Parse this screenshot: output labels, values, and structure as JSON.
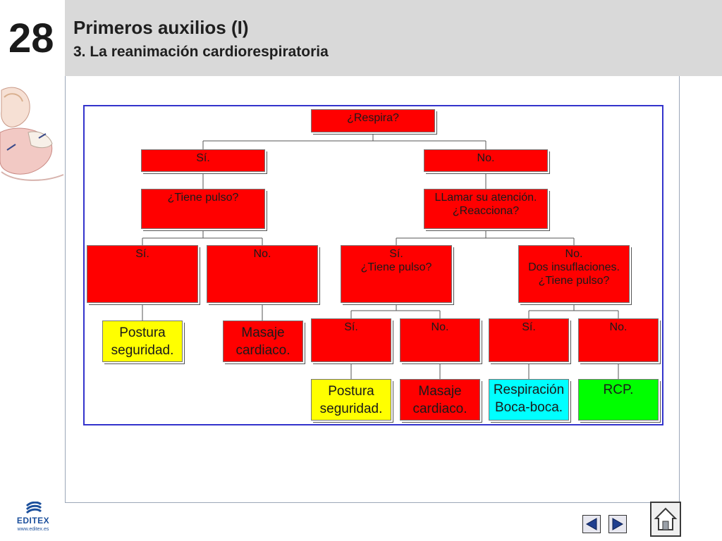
{
  "header": {
    "number": "28",
    "title": "Primeros auxilios (I)",
    "subtitle": "3. La reanimación cardiorespiratoria"
  },
  "flowchart": {
    "nodes": {
      "respira": [
        "¿Respira?"
      ],
      "si_respira": [
        "Sí."
      ],
      "no_respira": [
        "No."
      ],
      "tiene_pulso_1": [
        "¿Tiene pulso?"
      ],
      "llamar": [
        "LLamar su atención.",
        "¿Reacciona?"
      ],
      "si_pulso_1": [
        "Sí."
      ],
      "no_pulso_1": [
        "No."
      ],
      "si_reacciona": [
        "Sí.",
        "¿Tiene pulso?"
      ],
      "no_reacciona": [
        "No.",
        "Dos insuflaciones.",
        "¿Tiene pulso?"
      ],
      "postura_1": [
        "Postura",
        "seguridad."
      ],
      "masaje_1": [
        "Masaje",
        "cardiaco."
      ],
      "si_pulso_2": [
        "Sí."
      ],
      "no_pulso_2": [
        "No."
      ],
      "si_pulso_3": [
        "Sí."
      ],
      "no_pulso_3": [
        "No."
      ],
      "postura_2": [
        "Postura",
        "seguridad."
      ],
      "masaje_2": [
        "Masaje",
        "cardiaco."
      ],
      "respiracion": [
        "Respiración",
        "Boca-boca."
      ],
      "rcp": [
        "RCP."
      ]
    }
  },
  "footer": {
    "logo_text": "EDITEX",
    "logo_url": "www.editex.es"
  },
  "navigation": {
    "prev_icon": "triangle-left",
    "next_icon": "triangle-right",
    "home_icon": "house"
  },
  "colors": {
    "red": "#ff0000",
    "yellow": "#ffff00",
    "cyan": "#00ffff",
    "green": "#00ff00",
    "frame": "#3333cc"
  }
}
